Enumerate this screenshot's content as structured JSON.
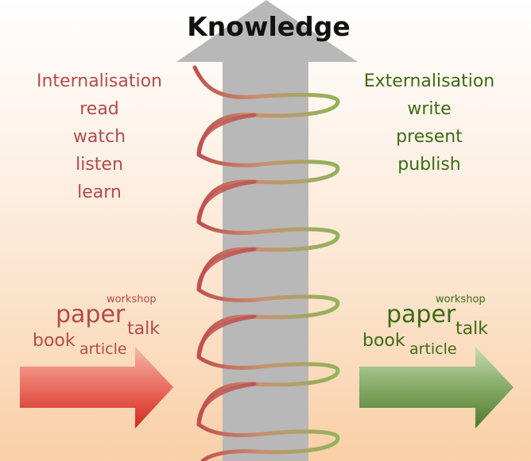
{
  "title": "Knowledge",
  "internalisation": {
    "heading": "Internalisation",
    "items": [
      "read",
      "watch",
      "listen",
      "learn"
    ]
  },
  "externalisation": {
    "heading": "Externalisation",
    "items": [
      "write",
      "present",
      "publish"
    ]
  },
  "word_cloud_left": {
    "workshop": "workshop",
    "paper": "paper",
    "talk": "talk",
    "book": "book",
    "article": "article"
  },
  "word_cloud_right": {
    "workshop": "workshop",
    "paper": "paper",
    "talk": "talk",
    "book": "book",
    "article": "article"
  },
  "colors": {
    "internal": "#b54a4a",
    "external": "#3d6b12",
    "arrow_grey": "#b8b8b8",
    "background_top": "#ffffff",
    "background_bottom": "#f9cfa6"
  }
}
